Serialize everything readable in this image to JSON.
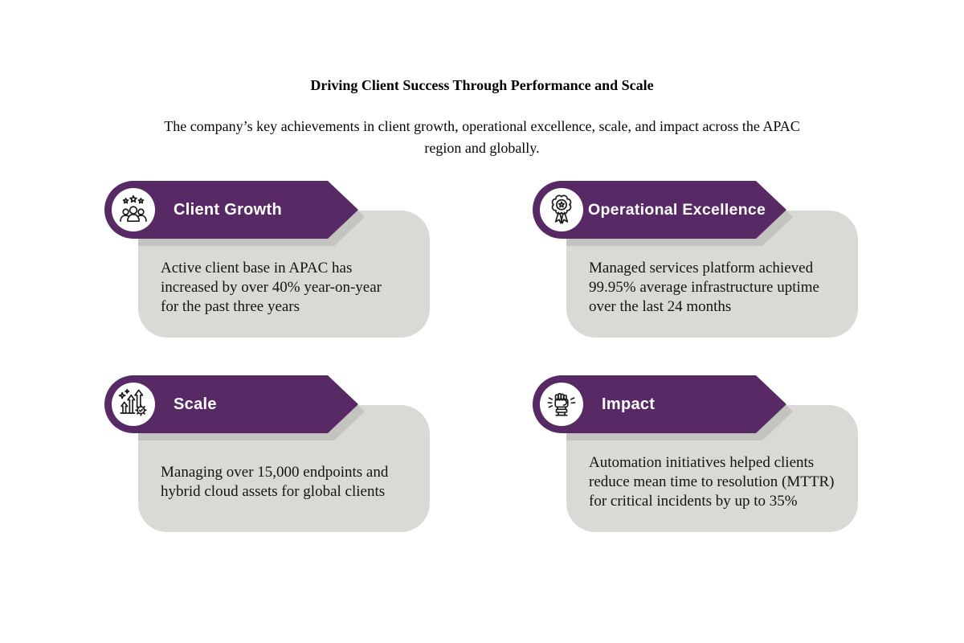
{
  "page": {
    "title": "Driving Client Success Through Performance and Scale",
    "subtitle": "The company’s key achievements in client growth, operational excellence, scale, and impact across the APAC\nregion and globally."
  },
  "colors": {
    "accent_purple": "#572a66",
    "card_gray": "#d9d9d6",
    "banner_shadow_gray": "#c3c3bf",
    "body_text": "#141414",
    "banner_text": "#ffffff"
  },
  "cards": [
    {
      "label": "Client Growth",
      "icon": "people-stars-icon",
      "body": "Active client base in APAC has\nincreased by over 40% year-on-year\nfor the past three years"
    },
    {
      "label": "Operational Excellence",
      "icon": "medal-icon",
      "body": "Managed services platform achieved\n99.95% average infrastructure uptime\nover the last 24 months"
    },
    {
      "label": "Scale",
      "icon": "growth-arrows-gear-icon",
      "body": "Managing over 15,000 endpoints and\nhybrid cloud assets for global clients"
    },
    {
      "label": "Impact",
      "icon": "raised-fist-icon",
      "body": "Automation initiatives helped clients\nreduce mean time to resolution (MTTR)\nfor critical incidents by up to 35%"
    }
  ]
}
